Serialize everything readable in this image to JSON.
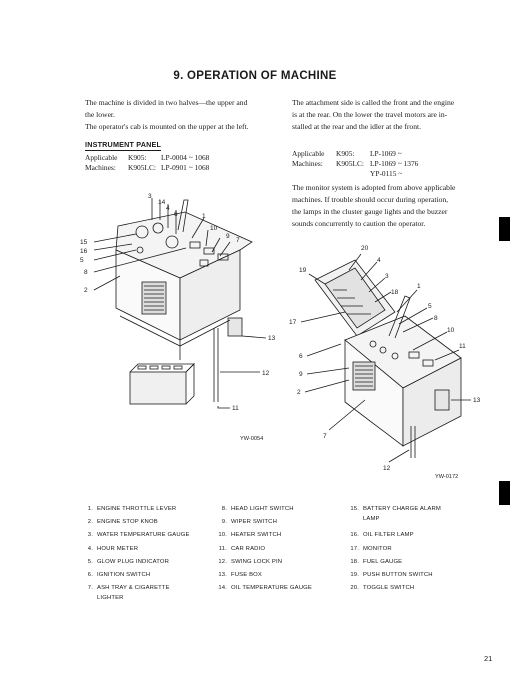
{
  "heading": "9.   OPERATION OF MACHINE",
  "intro_left": [
    "The machine is divided in two halves—the upper and",
    "the lower.",
    "The operator's cab is mounted on the upper at the left."
  ],
  "intro_right": [
    "The attachment side is called the front and the engine",
    "is at the rear.  On the lower the travel motors are in-",
    "stalled at the rear and the idler at the front."
  ],
  "section_title": "INSTRUMENT PANEL",
  "applicable_left": {
    "label1": "Applicable",
    "label2": "Machines:",
    "rows": [
      {
        "model": "K905:",
        "range": "LP-0004 ~ 1068"
      },
      {
        "model": "K905LC:",
        "range": "LP-0901 ~ 1068"
      }
    ]
  },
  "applicable_right": {
    "label1": "Applicable",
    "label2": "Machines:",
    "rows": [
      {
        "model": "K905:",
        "range": "LP-1069 ~"
      },
      {
        "model": "K905LC:",
        "range": "LP-1069 ~ 1376"
      },
      {
        "model": "",
        "range": "YP-0115 ~"
      }
    ]
  },
  "monitor_text": [
    "The monitor system is adopted from above applicable",
    "machines.  If trouble should occur during operation,",
    "the lamps in the cluster gauge lights and the buzzer",
    "sounds concurrently to caution the operator."
  ],
  "figure_left": {
    "caption": "YW-0054",
    "callouts": [
      "3",
      "14",
      "4",
      "6",
      "1",
      "10",
      "9",
      "7",
      "15",
      "16",
      "5",
      "8",
      "2",
      "13",
      "12",
      "11"
    ]
  },
  "figure_right": {
    "caption": "YW-0172",
    "callouts": [
      "20",
      "4",
      "19",
      "3",
      "18",
      "1",
      "5",
      "8",
      "17",
      "10",
      "11",
      "6",
      "9",
      "2",
      "13",
      "7",
      "12"
    ]
  },
  "legend": {
    "col1": [
      {
        "n": "1.",
        "t": "ENGINE THROTTLE LEVER"
      },
      {
        "n": "2.",
        "t": "ENGINE STOP KNOB"
      },
      {
        "n": "3.",
        "t": "WATER TEMPERATURE GAUGE"
      },
      {
        "n": "4.",
        "t": "HOUR METER"
      },
      {
        "n": "5.",
        "t": "GLOW PLUG INDICATOR"
      },
      {
        "n": "6.",
        "t": "IGNITION SWITCH"
      },
      {
        "n": "7.",
        "t": "ASH TRAY & CIGARETTE"
      },
      {
        "n": "",
        "t": "LIGHTER"
      }
    ],
    "col2": [
      {
        "n": "8.",
        "t": "HEAD LIGHT SWITCH"
      },
      {
        "n": "9.",
        "t": "WIPER SWITCH"
      },
      {
        "n": "10.",
        "t": "HEATER SWITCH"
      },
      {
        "n": "11.",
        "t": "CAR RADIO"
      },
      {
        "n": "12.",
        "t": "SWING LOCK PIN"
      },
      {
        "n": "13.",
        "t": "FUSE BOX"
      },
      {
        "n": "14.",
        "t": "OIL TEMPERATURE GAUGE"
      }
    ],
    "col3": [
      {
        "n": "15.",
        "t": "BATTERY CHARGE ALARM"
      },
      {
        "n": "",
        "t": "LAMP"
      },
      {
        "n": "16.",
        "t": "OIL FILTER LAMP"
      },
      {
        "n": "17.",
        "t": "MONITOR"
      },
      {
        "n": "18.",
        "t": "FUEL GAUGE"
      },
      {
        "n": "19.",
        "t": "PUSH BUTTON SWITCH"
      },
      {
        "n": "20.",
        "t": "TOGGLE SWITCH"
      }
    ]
  },
  "page_number": "21"
}
